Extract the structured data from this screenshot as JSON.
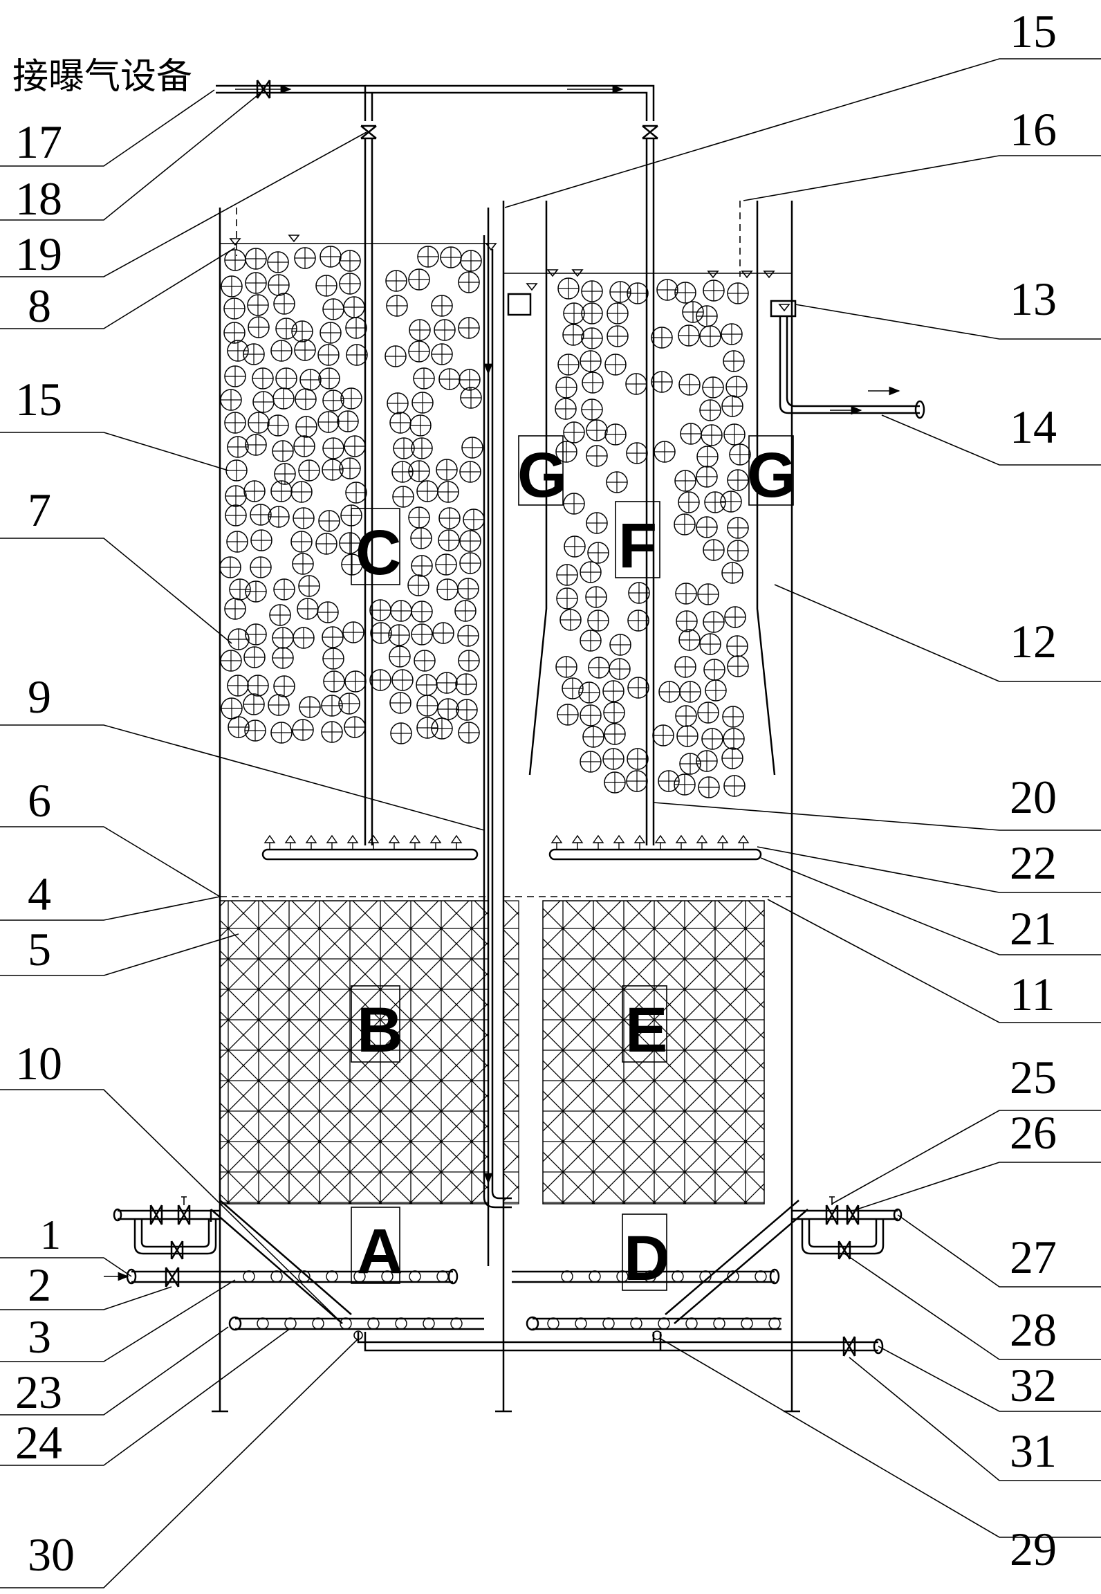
{
  "caption": "接曝气设备",
  "zones": [
    "A",
    "B",
    "C",
    "D",
    "E",
    "F",
    "G",
    "G"
  ],
  "labels_left": [
    "17",
    "18",
    "19",
    "8",
    "15",
    "7",
    "9",
    "6",
    "4",
    "5",
    "10",
    "1",
    "2",
    "3",
    "23",
    "24",
    "30"
  ],
  "labels_right": [
    "15",
    "16",
    "13",
    "14",
    "12",
    "20",
    "22",
    "21",
    "11",
    "25",
    "26",
    "27",
    "28",
    "32",
    "31",
    "29"
  ]
}
